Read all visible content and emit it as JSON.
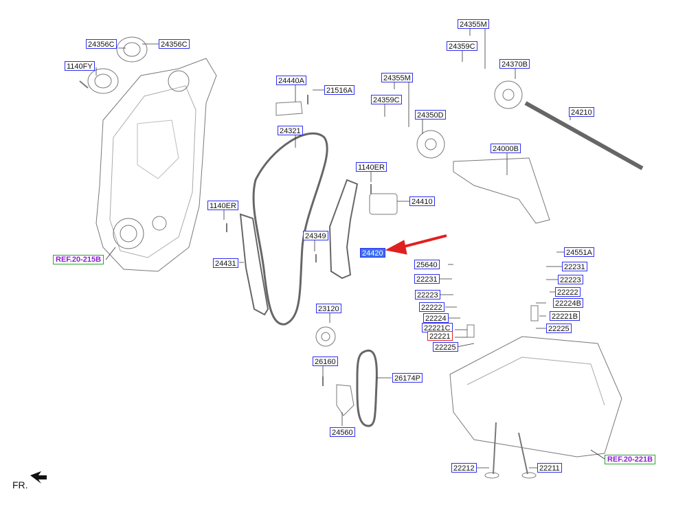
{
  "parts": [
    {
      "id": "24356C",
      "key": "a"
    },
    {
      "id": "24356C",
      "key": "b"
    },
    {
      "id": "1140FY"
    },
    {
      "id": "24440A"
    },
    {
      "id": "21516A"
    },
    {
      "id": "24355M",
      "key": "a"
    },
    {
      "id": "24359C",
      "key": "a"
    },
    {
      "id": "24350D"
    },
    {
      "id": "24355M",
      "key": "b"
    },
    {
      "id": "24359C",
      "key": "b"
    },
    {
      "id": "24370B"
    },
    {
      "id": "24210"
    },
    {
      "id": "24000B"
    },
    {
      "id": "24321"
    },
    {
      "id": "1140ER",
      "key": "a"
    },
    {
      "id": "24410"
    },
    {
      "id": "1140ER",
      "key": "b"
    },
    {
      "id": "24349"
    },
    {
      "id": "24420",
      "selected": true
    },
    {
      "id": "24431"
    },
    {
      "id": "23120"
    },
    {
      "id": "26160"
    },
    {
      "id": "26174P"
    },
    {
      "id": "24560"
    },
    {
      "id": "24551A"
    },
    {
      "id": "22231",
      "key": "a"
    },
    {
      "id": "25640"
    },
    {
      "id": "22223",
      "key": "a"
    },
    {
      "id": "22231",
      "key": "b"
    },
    {
      "id": "22222",
      "key": "a"
    },
    {
      "id": "22223",
      "key": "b"
    },
    {
      "id": "22224B"
    },
    {
      "id": "22222",
      "key": "b"
    },
    {
      "id": "22221B"
    },
    {
      "id": "22224"
    },
    {
      "id": "22225",
      "key": "a"
    },
    {
      "id": "22221C"
    },
    {
      "id": "22221",
      "highlight": true
    },
    {
      "id": "22225",
      "key": "b"
    },
    {
      "id": "22212"
    },
    {
      "id": "22211"
    }
  ],
  "refs": [
    "REF.20-215B",
    "REF.20-221B"
  ],
  "orientation_label": "FR.",
  "colors": {
    "label_border": "#2d2df0",
    "selected_fill": "#3b6ff2",
    "arrow": "#e02020",
    "ref_text": "#8a1fd0",
    "ref_border": "#29a329"
  }
}
